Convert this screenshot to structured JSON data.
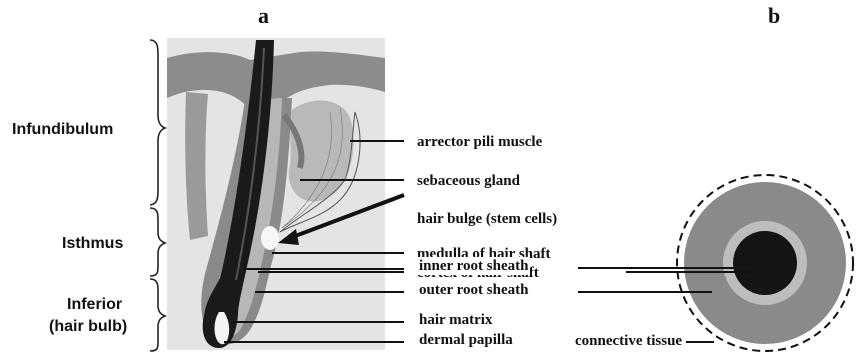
{
  "panels": {
    "a": "a",
    "b": "b"
  },
  "regions": {
    "infundibulum": "Infundibulum",
    "isthmus": "Isthmus",
    "inferior_line1": "Inferior",
    "inferior_line2": "(hair bulb)"
  },
  "structures": [
    {
      "key": "arrector",
      "label": "arrector pili muscle"
    },
    {
      "key": "sebaceous",
      "label": "sebaceous gland"
    },
    {
      "key": "bulge",
      "label": "hair bulge (stem cells)"
    },
    {
      "key": "medulla",
      "label": "medulla of hair shaft"
    },
    {
      "key": "cortex",
      "label": "cortex of hair shaft"
    },
    {
      "key": "inner_sheath",
      "label": "inner root sheath"
    },
    {
      "key": "outer_sheath",
      "label": "outer root sheath"
    },
    {
      "key": "matrix",
      "label": "hair matrix"
    },
    {
      "key": "papilla",
      "label": "dermal papilla"
    }
  ],
  "cross_section": {
    "connective_label": "connective tissue"
  },
  "colors": {
    "skin_background": "#e4e4e4",
    "epidermis": "#8c8c8c",
    "hair_shaft": "#1a1a1a",
    "inner_sheath": "#b7b7b7",
    "outer_sheath": "#8a8a8a",
    "gland": "#b9b9b9"
  }
}
